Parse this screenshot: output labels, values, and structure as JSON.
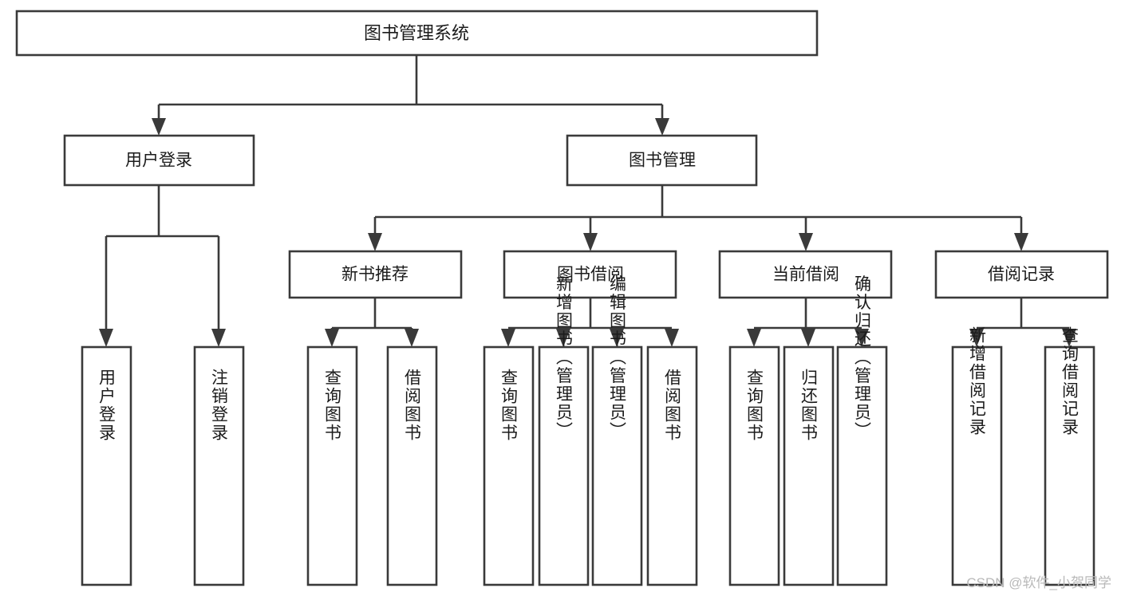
{
  "diagram": {
    "title": "图书管理系统",
    "type": "tree",
    "orientation": "top-down",
    "colors": {
      "box_stroke": "#3a3a3a",
      "box_fill": "#ffffff",
      "connector": "#3a3a3a",
      "text": "#1b1b1b",
      "watermark": "#b9b9b9",
      "background": "#ffffff"
    },
    "root": {
      "label": "图书管理系统"
    },
    "level2": [
      {
        "label": "用户登录"
      },
      {
        "label": "图书管理"
      }
    ],
    "level3": [
      {
        "label": "新书推荐"
      },
      {
        "label": "图书借阅"
      },
      {
        "label": "当前借阅"
      },
      {
        "label": "借阅记录"
      }
    ],
    "leaves": {
      "user_login": [
        {
          "label": "用户登录"
        },
        {
          "label": "注销登录"
        }
      ],
      "new_book_recommend": [
        {
          "label": "查询图书"
        },
        {
          "label": "借阅图书"
        }
      ],
      "book_borrow": [
        {
          "label": "查询图书"
        },
        {
          "label": "新增图书（管理员）"
        },
        {
          "label": "编辑图书（管理员）"
        },
        {
          "label": "借阅图书"
        }
      ],
      "current_borrow": [
        {
          "label": "查询图书"
        },
        {
          "label": "归还图书"
        },
        {
          "label": "确认归还（管理员）"
        }
      ],
      "borrow_record": [
        {
          "label": "新增借阅记录"
        },
        {
          "label": "查询借阅记录"
        }
      ]
    }
  },
  "watermark": {
    "text": "CSDN @软件_小贺同学"
  }
}
